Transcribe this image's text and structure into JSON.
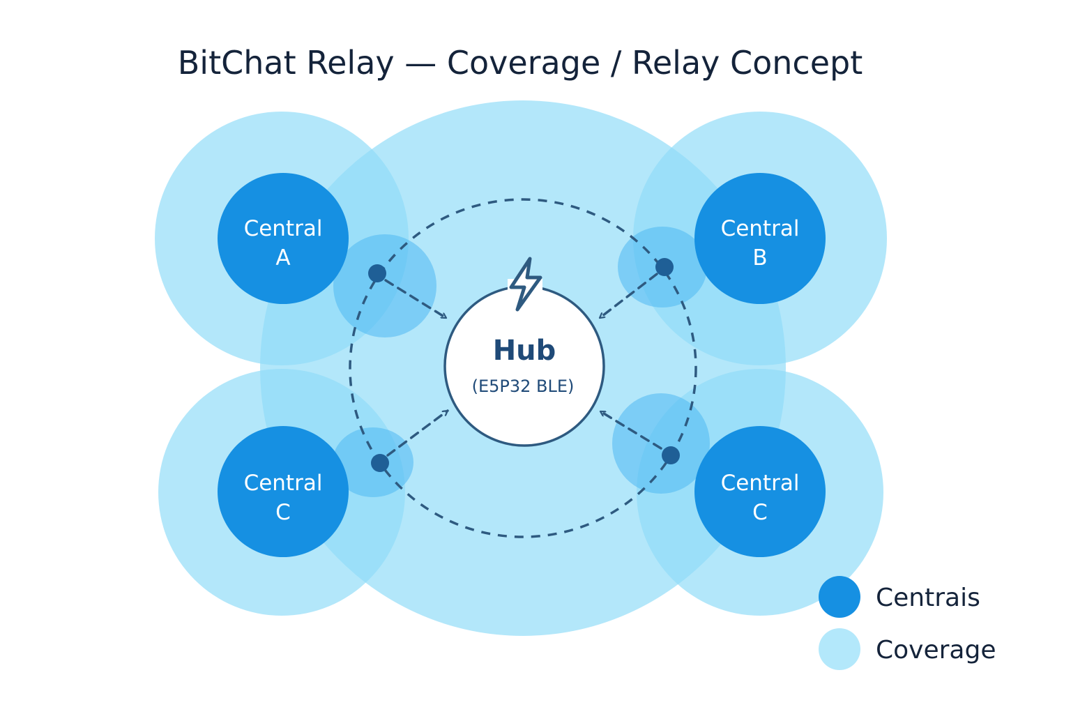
{
  "title": "BitChat Relay — Coverage / Relay Concept",
  "colors": {
    "central": "#1690e2",
    "coverage": "#b3e8fb",
    "coverage_overlap": "#7ed3f7",
    "relay_point": "#5bbff5",
    "link": "#2e5a80",
    "title_text": "#14233a",
    "hub_text": "#1f4a78"
  },
  "hub": {
    "title": "Hub",
    "subtitle": "(E5P32 BLE)",
    "icon": "lightning-bolt-icon"
  },
  "centrals": [
    {
      "line1": "Central",
      "line2": "A"
    },
    {
      "line1": "Central",
      "line2": "B"
    },
    {
      "line1": "Central",
      "line2": "C"
    },
    {
      "line1": "Central",
      "line2": "C"
    }
  ],
  "legend": {
    "centrals_label": "Centrais",
    "coverage_label": "Coverage"
  }
}
